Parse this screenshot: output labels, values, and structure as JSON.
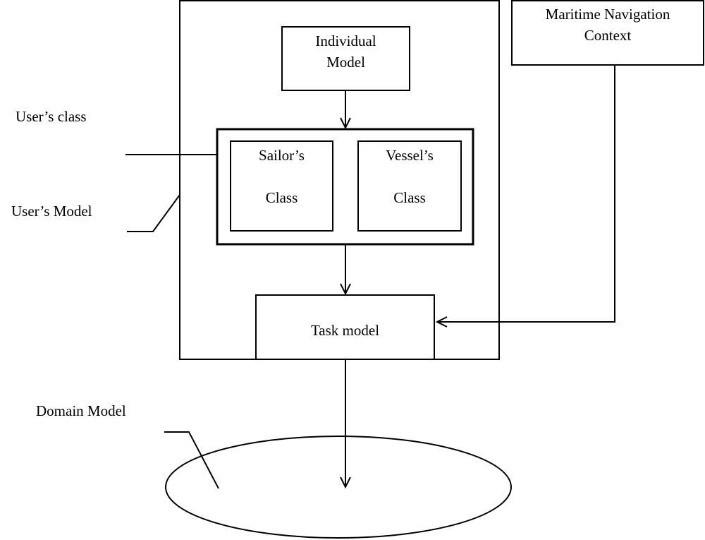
{
  "labels": {
    "individual_model_line1": "Individual",
    "individual_model_line2": "Model",
    "maritime_line1": "Maritime Navigation",
    "maritime_line2": "Context",
    "sailors_line1": "Sailor’s",
    "sailors_line2": "Class",
    "vessels_line1": "Vessel’s",
    "vessels_line2": "Class",
    "task_model": "Task model",
    "users_class": "User’s class",
    "users_model": "User’s Model",
    "domain_model": "Domain Model"
  },
  "colors": {
    "line": "#000000",
    "background": "#ffffff"
  }
}
